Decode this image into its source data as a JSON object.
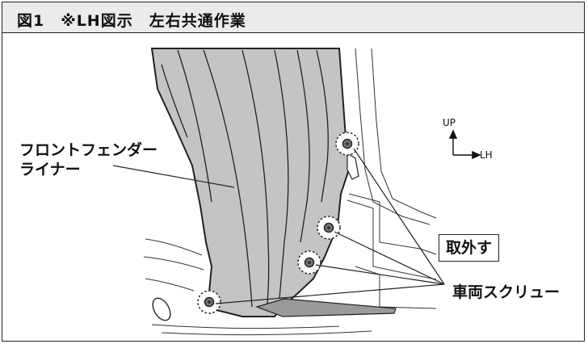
{
  "figure": {
    "title": "図1　※LH図示　左右共通作業"
  },
  "labels": {
    "part_name_line1": "フロントフェンダー",
    "part_name_line2": "ライナー",
    "action": "取外す",
    "screw": "車両スクリュー",
    "axis_up": "UP",
    "axis_lh": "LH"
  },
  "colors": {
    "liner_fill": "#c4c4c4",
    "title_bar": "#ebebeb",
    "line": "#222222"
  }
}
